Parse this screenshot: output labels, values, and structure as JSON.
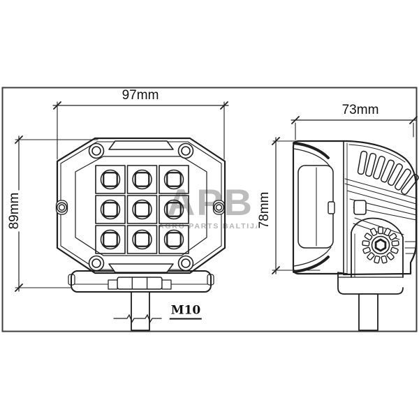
{
  "drawing": {
    "views": {
      "front": {
        "width_label": "97mm",
        "height_label": "89mm",
        "thread_label": "M10",
        "led_rows": 3,
        "led_cols": 3
      },
      "side": {
        "depth_label": "73mm",
        "height_label": "78mm"
      }
    },
    "watermark": {
      "logo": "APB",
      "subtitle": "AGRO PARTS BALTIJA"
    },
    "colors": {
      "line": "#1f1f1f",
      "frame": "#3d3d3d",
      "watermark_gray": "#bcbcbc",
      "background": "#ffffff"
    }
  }
}
